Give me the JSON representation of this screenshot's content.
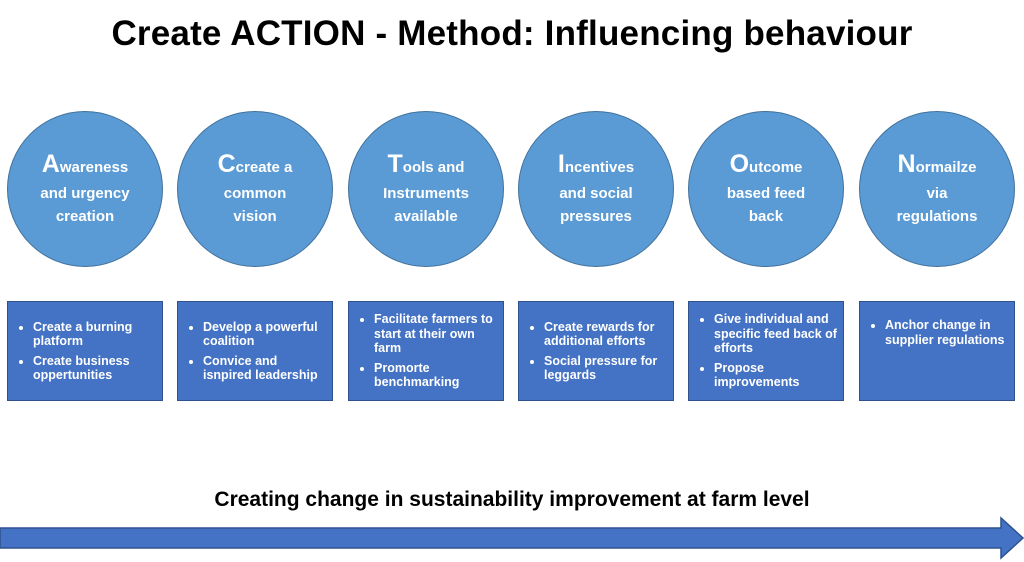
{
  "title": "Create ACTION - Method: Influencing behaviour",
  "steps": [
    {
      "initial": "A",
      "rest": "wareness",
      "line2": "and urgency",
      "line3": "creation",
      "bullets": [
        "Create a burning platform",
        "Create business oppertunities"
      ]
    },
    {
      "initial": "C",
      "rest": "create a",
      "line2": "common",
      "line3": "vision",
      "bullets": [
        "Develop a powerful coalition",
        "Convice and isnpired leadership"
      ]
    },
    {
      "initial": "T",
      "rest": "ools and",
      "line2": "Instruments",
      "line3": "available",
      "bullets": [
        "Facilitate farmers to start at their own farm",
        "Promorte benchmarking"
      ]
    },
    {
      "initial": "I",
      "rest": "ncentives",
      "line2": "and social",
      "line3": "pressures",
      "bullets": [
        "Create rewards for additional efforts",
        "Social pressure for leggards"
      ]
    },
    {
      "initial": "O",
      "rest": "utcome",
      "line2": "based feed",
      "line3": "back",
      "bullets": [
        "Give individual and specific feed back of efforts",
        "Propose improvements"
      ]
    },
    {
      "initial": "N",
      "rest": "ormailze",
      "line2": "via",
      "line3": "regulations",
      "bullets": [
        "Anchor change in supplier regulations"
      ]
    }
  ],
  "caption": "Creating change in sustainability improvement at farm level",
  "colors": {
    "circle": "#5b9bd5",
    "box": "#4472c4",
    "arrow": "#4472c4"
  }
}
